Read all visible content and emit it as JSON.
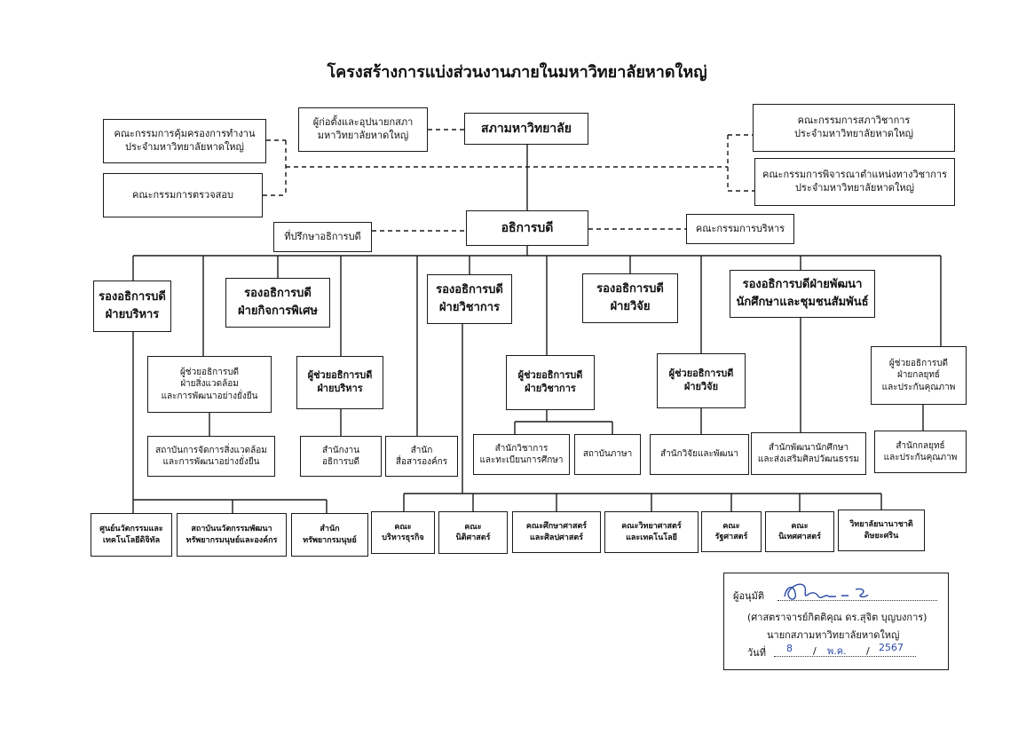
{
  "title": "โครงสร้างการแบ่งส่วนงานภายในมหาวิทยาลัยหาดใหญ่",
  "nodes": {
    "council": "สภามหาวิทยาลัย",
    "founder": "ผู้ก่อตั้งและอุปนายกสภา\nมหาวิทยาลัยหาดใหญ่",
    "ops_committee": "คณะกรรมการคุ้มครองการทำงาน\nประจำมหาวิทยาลัยหาดใหญ่",
    "audit_committee": "คณะกรรมการตรวจสอบ",
    "academic_senate": "คณะกรรมการสภาวิชาการ\nประจำมหาวิทยาลัยหาดใหญ่",
    "position_committee": "คณะกรรมการพิจารณาตำแหน่งทางวิชาการ\nประจำมหาวิทยาลัยหาดใหญ่",
    "president": "อธิการบดี",
    "advisor": "ที่ปรึกษาอธิการบดี",
    "exec_committee": "คณะกรรมการบริหาร",
    "vp_admin": "รองอธิการบดี\nฝ่ายบริหาร",
    "vp_special": "รองอธิการบดี\nฝ่ายกิจการพิเศษ",
    "vp_academic": "รองอธิการบดี\nฝ่ายวิชาการ",
    "vp_research": "รองอธิการบดี\nฝ่ายวิจัย",
    "vp_student": "รองอธิการบดีฝ่ายพัฒนา\nนักศึกษาและชุมชนสัมพันธ์",
    "ap_env": "ผู้ช่วยอธิการบดี\nฝ่ายสิ่งแวดล้อม\nและการพัฒนาอย่างยั่งยืน",
    "ap_admin": "ผู้ช่วยอธิการบดี\nฝ่ายบริหาร",
    "ap_academic": "ผู้ช่วยอธิการบดี\nฝ่ายวิชาการ",
    "ap_research": "ผู้ช่วยอธิการบดี\nฝ่ายวิจัย",
    "ap_strategy": "ผู้ช่วยอธิการบดี\nฝ่ายกลยุทธ์\nและประกันคุณภาพ",
    "inst_env": "สถาบันการจัดการสิ่งแวดล้อม\nและการพัฒนาอย่างยั่งยืน",
    "office_president": "สำนักงาน\nอธิการบดี",
    "office_comm": "สำนัก\nสื่อสารองค์กร",
    "office_academic": "สำนักวิชาการ\nและทะเบียนการศึกษา",
    "inst_language": "สถาบันภาษา",
    "office_research": "สำนักวิจัยและพัฒนา",
    "office_student": "สำนักพัฒนานักศึกษา\nและส่งเสริมศิลปวัฒนธรรม",
    "office_strategy": "สำนักกลยุทธ์\nและประกันคุณภาพ",
    "digital_center": "ศูนย์นวัตกรรมและ\nเทคโนโลยีดิจิทัล",
    "hr_inst": "สถาบันนวัตกรรมพัฒนา\nทรัพยากรมนุษย์และองค์กร",
    "hr_office": "สำนัก\nทรัพยากรมนุษย์",
    "fac_business": "คณะ\nบริหารธุรกิจ",
    "fac_law": "คณะ\nนิติศาสตร์",
    "fac_edu": "คณะศึกษาศาสตร์\nและศิลปศาสตร์",
    "fac_sci": "คณะวิทยาศาสตร์\nและเทคโนโลยี",
    "fac_polsci": "คณะ\nรัฐศาสตร์",
    "fac_comm": "คณะ\nนิเทศศาสตร์",
    "intl_college": "วิทยาลัยนานาชาติ\nดิษยะศริน"
  },
  "approval": {
    "label": "ผู้อนุมัติ",
    "signatory": "(ศาสตราจารย์กิตติคุณ ดร.สุจิต บุญบงการ)",
    "position": "นายกสภามหาวิทยาลัยหาดใหญ่",
    "date_label": "วันที่",
    "date_day": "8",
    "date_month": "พ.ค.",
    "date_year": "2567"
  }
}
